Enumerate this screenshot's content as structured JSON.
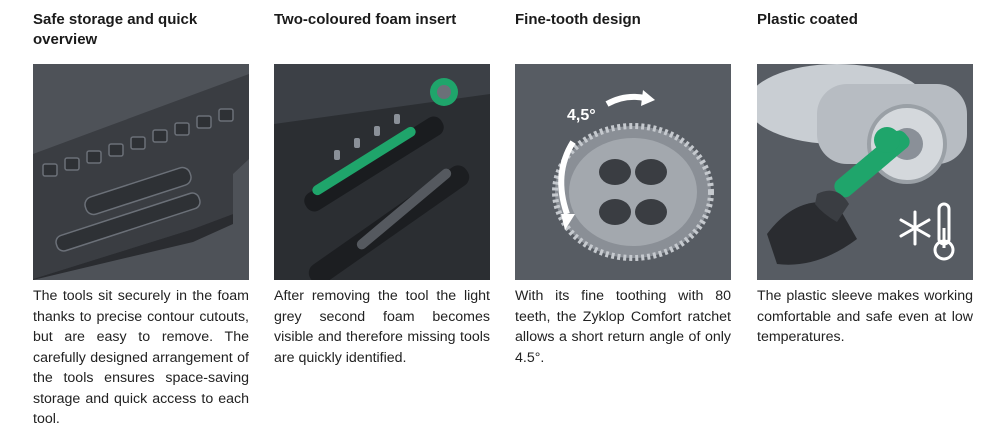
{
  "features": [
    {
      "title": "Safe storage and quick overview",
      "description": "The tools sit securely in the foam thanks to precise contour cutouts, but are easy to remove. The carefully designed arrangement of the tools ensures space-saving storage and quick access to each tool."
    },
    {
      "title": "Two-coloured foam insert",
      "description": "After removing the tool the light grey second foam becomes visible and therefore missing tools are quickly identified."
    },
    {
      "title": "Fine-tooth design",
      "description": "With its fine toothing with 80 teeth, the Zyklop Comfort ratchet allows a short return angle of only 4.5°.",
      "angle_label": "4,5°"
    },
    {
      "title": "Plastic coated",
      "description": "The plastic sleeve makes working comfortable and safe even at low temperatures."
    }
  ],
  "colors": {
    "image_bg": "#4b4f55",
    "foam_dark": "#2c2f33",
    "accent_green": "#1fa56b",
    "text": "#1a1a1a"
  },
  "icons": [
    "foam-insert-illustration",
    "ratchet-in-foam-illustration",
    "gear-teeth-illustration",
    "snowflake-thermometer-icon"
  ]
}
